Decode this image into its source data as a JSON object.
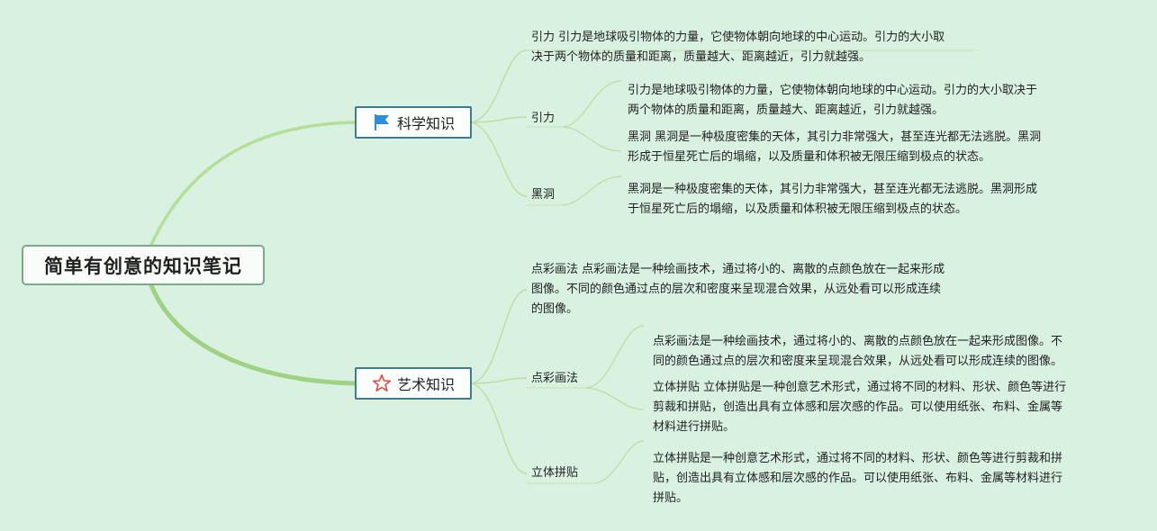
{
  "root": {
    "title": "简单有创意的知识笔记"
  },
  "branches": [
    {
      "label": "科学知识",
      "icon": "flag-icon",
      "icon_color": "#2f8fd6",
      "summary": "引力 引力是地球吸引物体的力量，它使物体朝向地球的中心运动。引力的大小取\n决于两个物体的质量和距离，质量越大、距离越近，引力就越强。",
      "children": [
        {
          "label": "引力",
          "notes": [
            "引力是地球吸引物体的力量，它使物体朝向地球的中心运动。引力的大小取决于\n两个物体的质量和距离，质量越大、距离越近，引力就越强。",
            "黑洞 黑洞是一种极度密集的天体，其引力非常强大，甚至连光都无法逃脱。黑洞\n形成于恒星死亡后的塌缩，以及质量和体积被无限压缩到极点的状态。"
          ]
        },
        {
          "label": "黑洞",
          "notes": [
            "黑洞是一种极度密集的天体，其引力非常强大，甚至连光都无法逃脱。黑洞形成\n于恒星死亡后的塌缩，以及质量和体积被无限压缩到极点的状态。"
          ]
        }
      ]
    },
    {
      "label": "艺术知识",
      "icon": "star-icon",
      "icon_color": "#e2483f",
      "summary": "点彩画法 点彩画法是一种绘画技术，通过将小的、离散的点颜色放在一起来形成\n图像。不同的颜色通过点的层次和密度来呈现混合效果，从远处看可以形成连续\n的图像。",
      "children": [
        {
          "label": "点彩画法",
          "notes": [
            "点彩画法是一种绘画技术，通过将小的、离散的点颜色放在一起来形成图像。不\n同的颜色通过点的层次和密度来呈现混合效果，从远处看可以形成连续的图像。",
            "立体拼贴 立体拼贴是一种创意艺术形式，通过将不同的材料、形状、颜色等进行\n剪裁和拼贴，创造出具有立体感和层次感的作品。可以使用纸张、布料、金属等\n材料进行拼贴。"
          ]
        },
        {
          "label": "立体拼贴",
          "notes": [
            "立体拼贴是一种创意艺术形式，通过将不同的材料、形状、颜色等进行剪裁和拼\n贴，创造出具有立体感和层次感的作品。可以使用纸张、布料、金属等材料进行\n拼贴。"
          ]
        }
      ]
    }
  ],
  "colors": {
    "background": "#d9f1e1",
    "main_curve": "#a9d88e",
    "thin_curve": "#b7df9f",
    "branch_border": "#3f7a8f",
    "root_border": "#7aa98b"
  }
}
